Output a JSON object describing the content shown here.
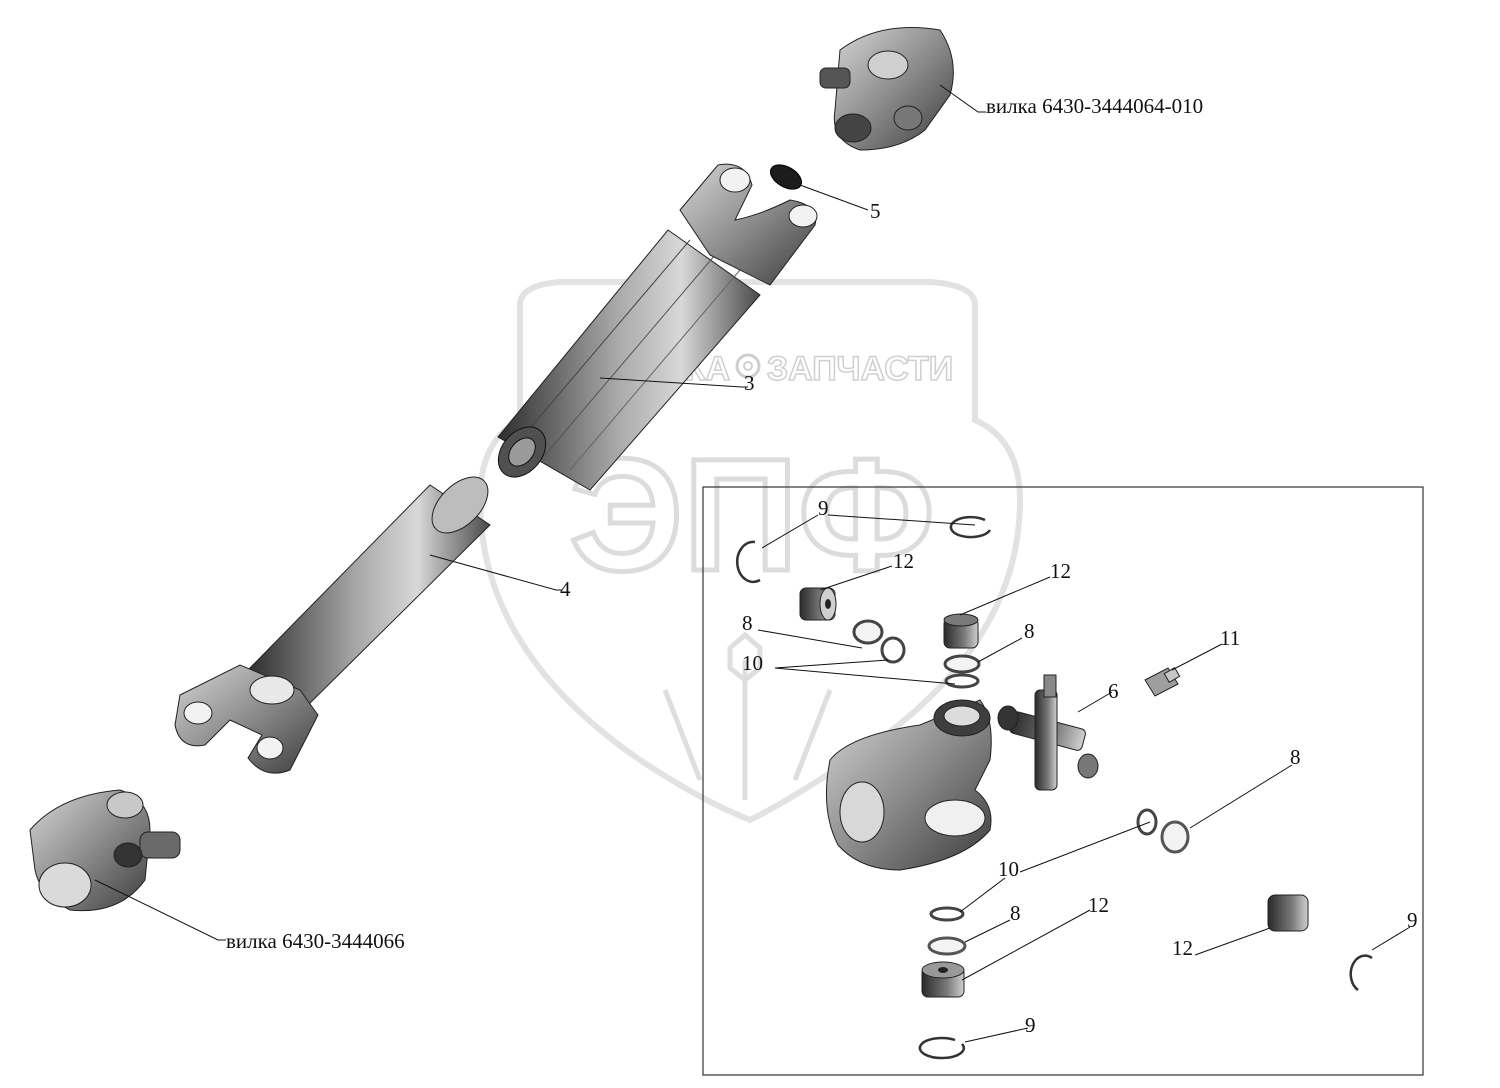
{
  "watermark": {
    "line1_left": "ТЕХНИКА",
    "line1_right": "ЗАПЧАСТИ",
    "logo": "ЭПФ",
    "icon": "gear-icon"
  },
  "labels": {
    "fork_top": "вилка 6430-3444064-010",
    "fork_bottom": "вилка 6430-3444066",
    "n3": "3",
    "n4": "4",
    "n5": "5",
    "n6": "6",
    "n8a": "8",
    "n8b": "8",
    "n8c": "8",
    "n8d": "8",
    "n9a": "9",
    "n9b": "9",
    "n9c": "9",
    "n10a": "10",
    "n10b": "10",
    "n11": "11",
    "n12a": "12",
    "n12b": "12",
    "n12c": "12",
    "n12d": "12"
  },
  "colors": {
    "part_dark": "#3a3a3a",
    "part_mid": "#8a8a8a",
    "part_light": "#d4d4d4",
    "watermark": "#e6e6e6",
    "lines": "#111111"
  }
}
